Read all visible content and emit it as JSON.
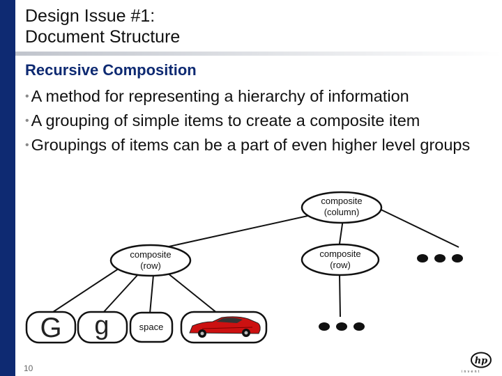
{
  "slide": {
    "title_line1": "Design Issue #1:",
    "title_line2": "Document Structure",
    "heading": "Recursive Composition",
    "bullet_marker": "•",
    "bullets": [
      "A method for representing a hierarchy of information",
      "A grouping of simple items to create a composite item",
      "Groupings of items can be a part of even higher level groups"
    ],
    "page_number": "10"
  },
  "diagram": {
    "root": {
      "line1": "composite",
      "line2": "(column)"
    },
    "left_row": {
      "line1": "composite",
      "line2": "(row)"
    },
    "right_row": {
      "line1": "composite",
      "line2": "(row)"
    },
    "leaves": {
      "glyph_upper": "G",
      "glyph_lower": "g",
      "space_label": "space",
      "car": "car-image"
    }
  },
  "logo": {
    "mark": "hp",
    "tagline": "i n v e n t"
  },
  "colors": {
    "accent": "#0e2a72",
    "car_body": "#cc1111"
  }
}
